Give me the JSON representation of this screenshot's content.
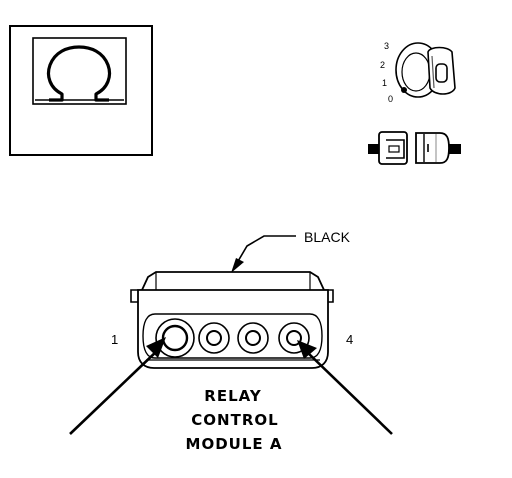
{
  "ohmmeter": {
    "icon": "ohm-symbol-icon",
    "symbol": "Ω"
  },
  "ignition_switch": {
    "icon": "ignition-key-icon",
    "positions": [
      "3",
      "2",
      "1",
      "0"
    ]
  },
  "connector_icon": {
    "icon": "connector-disconnect-icon"
  },
  "connector": {
    "wire_color_label": "BLACK",
    "pin_left_label": "1",
    "pin_right_label": "4",
    "name_lines": [
      "RELAY",
      "CONTROL",
      "MODULE A"
    ]
  },
  "colors": {
    "ink": "#000000",
    "background": "#ffffff"
  }
}
